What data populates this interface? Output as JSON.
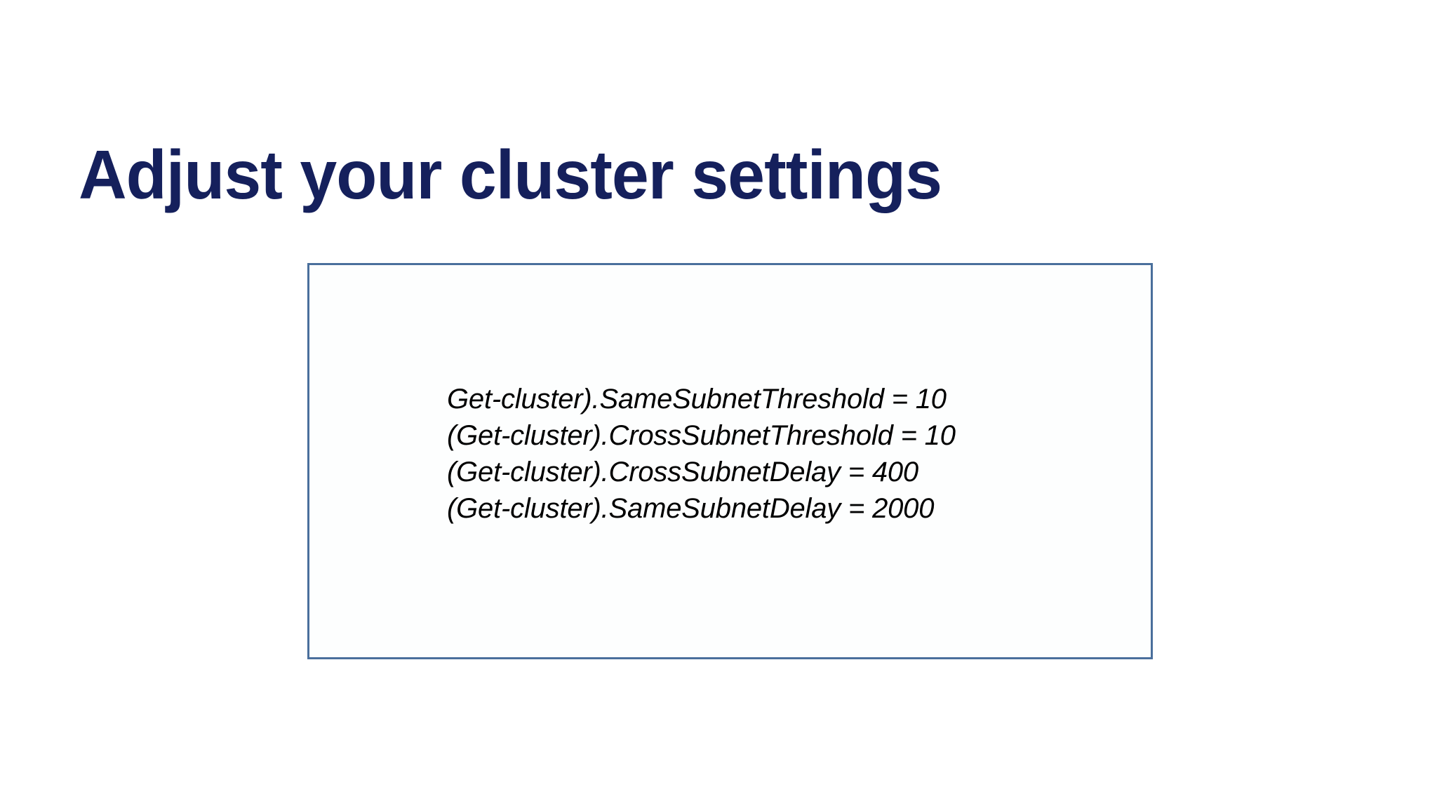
{
  "slide": {
    "title": "Adjust your cluster settings",
    "title_color": "#15205c",
    "background_color": "#ffffff"
  },
  "code_box": {
    "border_color": "#4a6f9c",
    "fill_color": "#fdfefe",
    "text_color": "#000000",
    "lines": [
      "Get-cluster).SameSubnetThreshold = 10",
      "(Get-cluster).CrossSubnetThreshold = 10",
      "(Get-cluster).CrossSubnetDelay = 400",
      "(Get-cluster).SameSubnetDelay = 2000"
    ]
  }
}
